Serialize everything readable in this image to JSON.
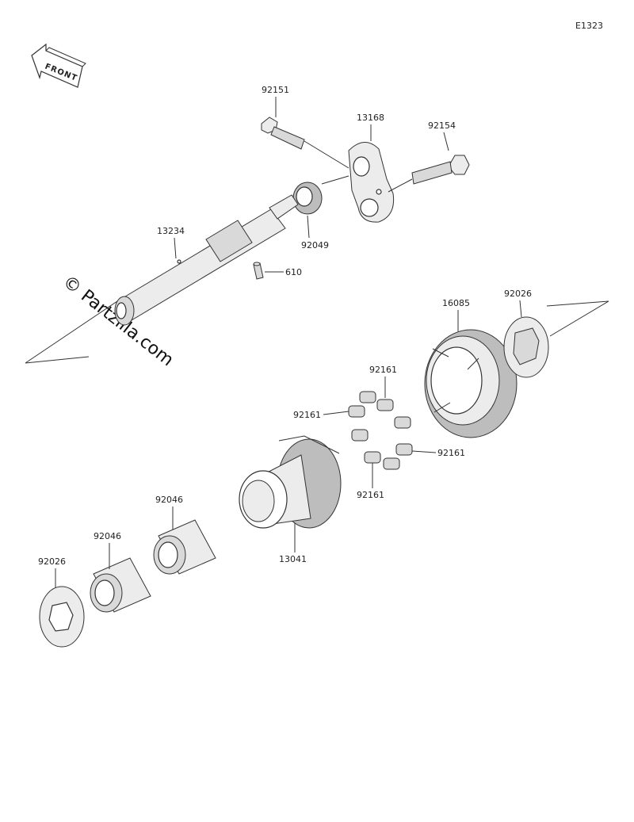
{
  "diagram_code": "E1323",
  "front_label": "FRONT",
  "watermark": "© Partzilla.com",
  "callouts": [
    {
      "id": "c-92151",
      "label": "92151"
    },
    {
      "id": "c-13168",
      "label": "13168"
    },
    {
      "id": "c-92154",
      "label": "92154"
    },
    {
      "id": "c-92049",
      "label": "92049"
    },
    {
      "id": "c-13234",
      "label": "13234"
    },
    {
      "id": "c-610",
      "label": "610"
    },
    {
      "id": "c-16085",
      "label": "16085"
    },
    {
      "id": "c-92026a",
      "label": "92026"
    },
    {
      "id": "c-92161a",
      "label": "92161"
    },
    {
      "id": "c-92161b",
      "label": "92161"
    },
    {
      "id": "c-92161c",
      "label": "92161"
    },
    {
      "id": "c-92161d",
      "label": "92161"
    },
    {
      "id": "c-92046a",
      "label": "92046"
    },
    {
      "id": "c-92046b",
      "label": "92046"
    },
    {
      "id": "c-13041",
      "label": "13041"
    },
    {
      "id": "c-92026b",
      "label": "92026"
    }
  ]
}
